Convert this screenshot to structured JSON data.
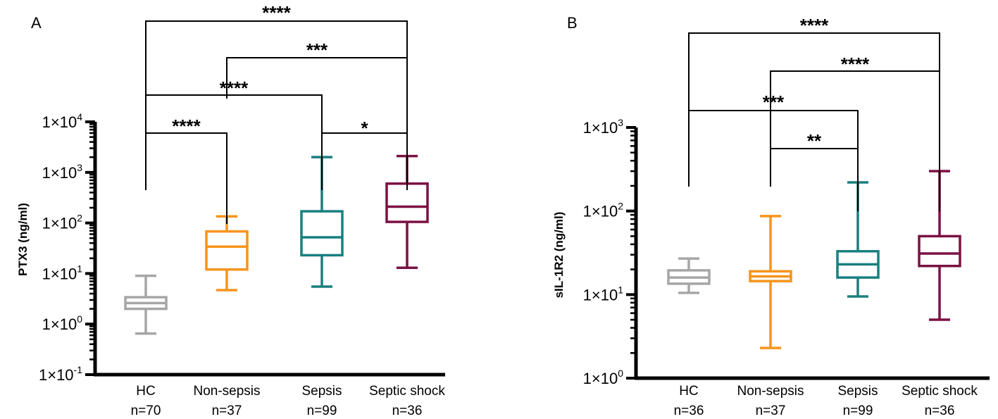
{
  "chart_data": [
    {
      "type": "box",
      "panel": "A",
      "ylabel": "PTX3 (ng/ml)",
      "yscale": "log",
      "ylim": [
        0.1,
        10000
      ],
      "yticks": [
        {
          "value": 10000,
          "base": "1×10",
          "exp": "4"
        },
        {
          "value": 1000,
          "base": "1×10",
          "exp": "3"
        },
        {
          "value": 100,
          "base": "1×10",
          "exp": "2"
        },
        {
          "value": 10,
          "base": "1×10",
          "exp": "1"
        },
        {
          "value": 1,
          "base": "1×10",
          "exp": "0"
        },
        {
          "value": 0.1,
          "base": "1×10",
          "exp": "-1"
        }
      ],
      "categories": [
        {
          "name": "HC",
          "n": "n=70",
          "color": "#a6a6a6",
          "min": 0.65,
          "q1": 2.0,
          "median": 2.6,
          "q3": 3.4,
          "max": 9.0
        },
        {
          "name": "Non-sepsis",
          "n": "n=37",
          "color": "#f7941d",
          "min": 4.7,
          "q1": 12,
          "median": 34,
          "q3": 68,
          "max": 135
        },
        {
          "name": "Sepsis",
          "n": "n=99",
          "color": "#1a7f7f",
          "min": 5.5,
          "q1": 23,
          "median": 52,
          "q3": 170,
          "max": 2000
        },
        {
          "name": "Septic shock",
          "n": "n=36",
          "color": "#7b1043",
          "min": 13,
          "q1": 105,
          "median": 210,
          "q3": 600,
          "max": 2100
        }
      ],
      "comparisons": [
        {
          "from": 0,
          "to": 1,
          "label": "****"
        },
        {
          "from": 2,
          "to": 3,
          "label": "*"
        },
        {
          "from": 0,
          "to": 2,
          "label": "****"
        },
        {
          "from": 1,
          "to": 3,
          "label": "***"
        },
        {
          "from": 0,
          "to": 3,
          "label": "****"
        }
      ]
    },
    {
      "type": "box",
      "panel": "B",
      "ylabel": "sIL-1R2 (ng/ml)",
      "yscale": "log",
      "ylim": [
        1,
        1000
      ],
      "yticks": [
        {
          "value": 1000,
          "base": "1×10",
          "exp": "3"
        },
        {
          "value": 100,
          "base": "1×10",
          "exp": "2"
        },
        {
          "value": 10,
          "base": "1×10",
          "exp": "1"
        },
        {
          "value": 1,
          "base": "1×10",
          "exp": "0"
        }
      ],
      "categories": [
        {
          "name": "HC",
          "n": "n=36",
          "color": "#a6a6a6",
          "min": 10.5,
          "q1": 13.5,
          "median": 16,
          "q3": 19.5,
          "max": 27
        },
        {
          "name": "Non-sepsis",
          "n": "n=37",
          "color": "#f7941d",
          "min": 2.3,
          "q1": 14.5,
          "median": 16.5,
          "q3": 19,
          "max": 87
        },
        {
          "name": "Sepsis",
          "n": "n=99",
          "color": "#1a7f7f",
          "min": 9.5,
          "q1": 16,
          "median": 23,
          "q3": 33,
          "max": 220
        },
        {
          "name": "Septic shock",
          "n": "n=36",
          "color": "#7b1043",
          "min": 5.0,
          "q1": 22,
          "median": 31,
          "q3": 50,
          "max": 300
        }
      ],
      "comparisons": [
        {
          "from": 1,
          "to": 2,
          "label": "**"
        },
        {
          "from": 0,
          "to": 2,
          "label": "***"
        },
        {
          "from": 1,
          "to": 3,
          "label": "****"
        },
        {
          "from": 0,
          "to": 3,
          "label": "****"
        }
      ]
    }
  ]
}
